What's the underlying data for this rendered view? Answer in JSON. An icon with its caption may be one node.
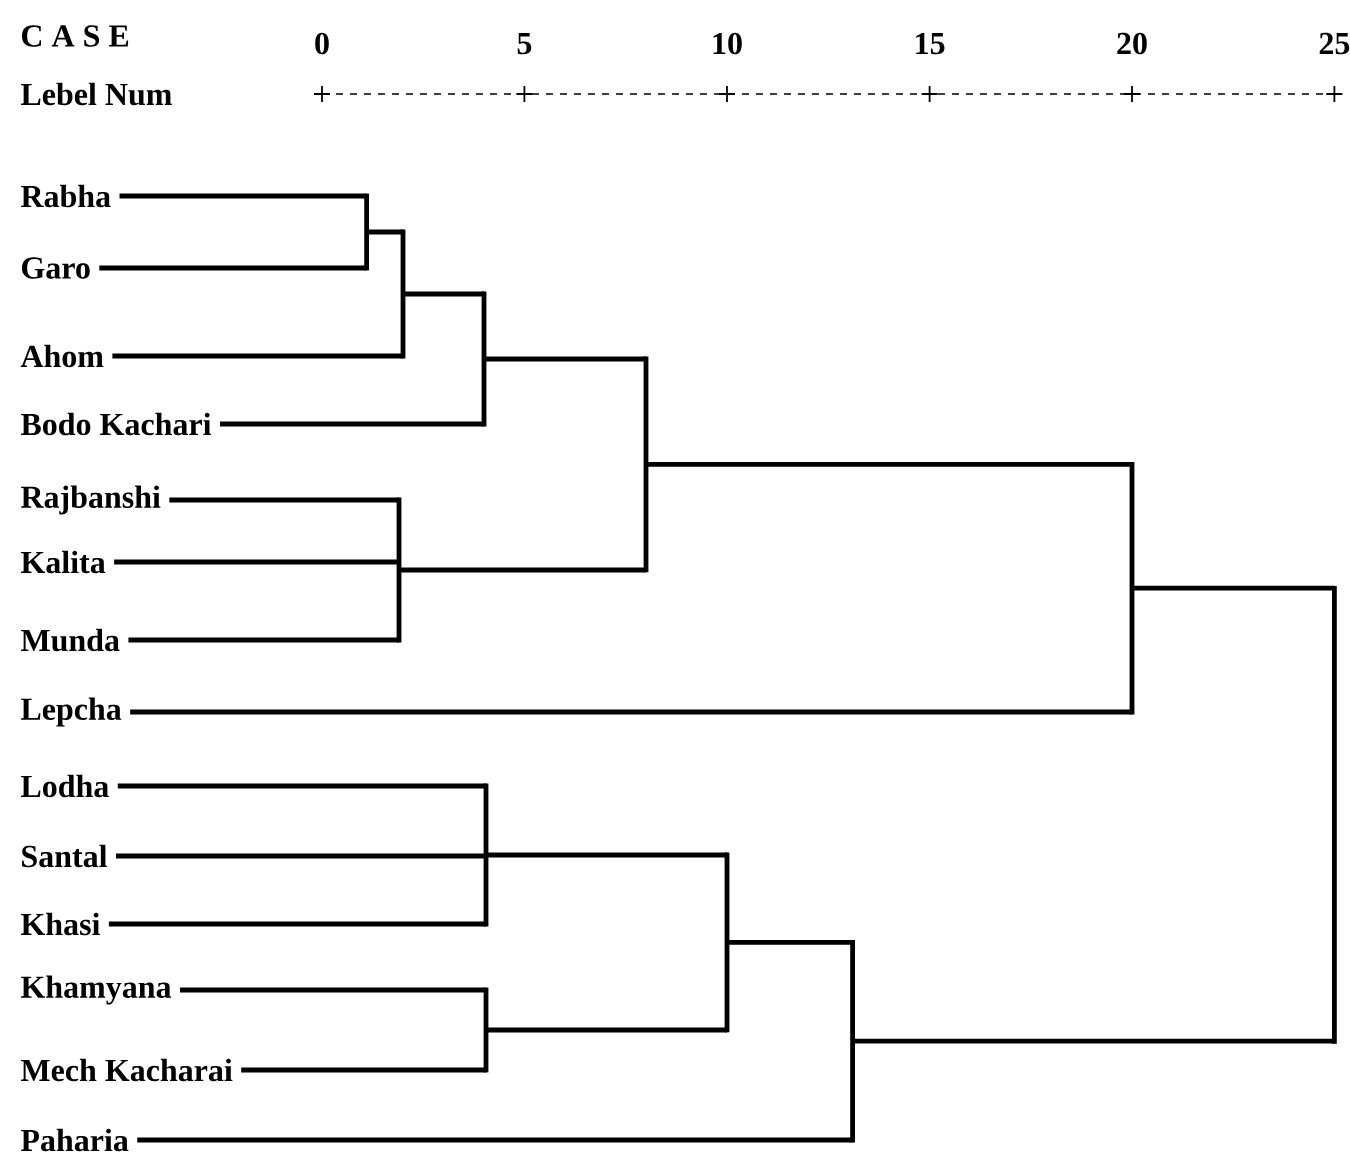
{
  "diagram": {
    "nodes": [
      {
        "text": [
          "Rabha"
        ]
      },
      {
        "text": [
          "Garo"
        ]
      },
      {
        "text": [
          "Ahom"
        ]
      },
      {
        "text": [
          "Bodo Kachari"
        ]
      },
      {
        "text": [
          "Rajbanshi"
        ]
      },
      {
        "text": [
          "Kalita"
        ]
      },
      {
        "text": [
          "Munda"
        ]
      },
      {
        "text": [
          "Lepcha"
        ]
      },
      {
        "text": [
          "Lodha"
        ]
      },
      {
        "text": [
          "Santal"
        ]
      },
      {
        "text": [
          "Khasi"
        ]
      },
      {
        "text": [
          "Khamyana"
        ]
      },
      {
        "text": [
          "Mech Kacharai"
        ]
      },
      {
        "text": [
          "Paharia"
        ]
      },
      {
        "text": [],
        "shape": "bar"
      },
      {
        "text": [],
        "shape": "bar"
      },
      {
        "text": [],
        "shape": "bar"
      },
      {
        "text": [],
        "shape": "bar"
      },
      {
        "text": [],
        "shape": "bar"
      },
      {
        "text": [],
        "shape": "bar"
      },
      {
        "text": [],
        "shape": "bar"
      },
      {
        "text": [],
        "shape": "bar"
      },
      {
        "text": [],
        "shape": "bar"
      },
      {
        "text": [],
        "shape": "bar"
      },
      {
        "text": [],
        "shape": "bar"
      }
    ],
    "edges": [
      {
        "from": 0,
        "to": 14,
        "arrow": "none"
      },
      {
        "from": 1,
        "to": 14,
        "arrow": "none"
      },
      {
        "from": 4,
        "to": 15,
        "arrow": "none"
      },
      {
        "from": 5,
        "to": 15,
        "arrow": "none"
      },
      {
        "from": 6,
        "to": 15,
        "arrow": "none"
      },
      {
        "from": 14,
        "to": 16,
        "arrow": "none"
      },
      {
        "from": 2,
        "to": 16,
        "arrow": "none"
      },
      {
        "from": 16,
        "to": 17,
        "arrow": "none"
      },
      {
        "from": 3,
        "to": 17,
        "arrow": "none"
      },
      {
        "from": 8,
        "to": 18,
        "arrow": "none"
      },
      {
        "from": 9,
        "to": 18,
        "arrow": "none"
      },
      {
        "from": 10,
        "to": 18,
        "arrow": "none"
      },
      {
        "from": 11,
        "to": 19,
        "arrow": "none"
      },
      {
        "from": 12,
        "to": 19,
        "arrow": "none"
      },
      {
        "from": 17,
        "to": 20,
        "arrow": "none"
      },
      {
        "from": 15,
        "to": 20,
        "arrow": "none"
      },
      {
        "from": 18,
        "to": 21,
        "arrow": "none"
      },
      {
        "from": 19,
        "to": 21,
        "arrow": "none"
      },
      {
        "from": 21,
        "to": 22,
        "arrow": "none"
      },
      {
        "from": 13,
        "to": 22,
        "arrow": "none"
      },
      {
        "from": 20,
        "to": 23,
        "arrow": "none"
      },
      {
        "from": 7,
        "to": 23,
        "arrow": "none"
      },
      {
        "from": 23,
        "to": 24,
        "arrow": "none"
      },
      {
        "from": 22,
        "to": 24,
        "arrow": "none"
      }
    ],
    "labels": [
      "C A S E",
      "0",
      "5",
      "10",
      "15",
      "20",
      "25",
      "Lebel Num"
    ]
  }
}
